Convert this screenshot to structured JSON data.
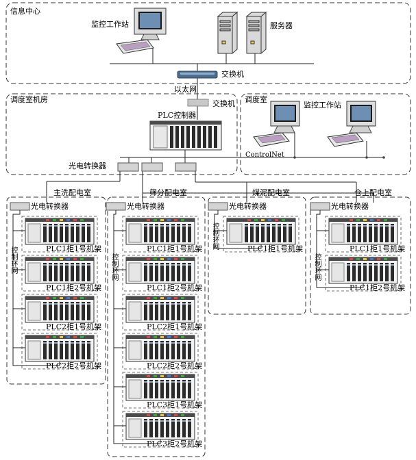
{
  "zones": {
    "info_center": "信息中心",
    "dispatch_machine_room": "调度室机房",
    "dispatch_room": "调度室"
  },
  "devices": {
    "monitor_station_top": "监控工作站",
    "server": "服务器",
    "switch_top": "交换机",
    "ethernet": "以太网",
    "switch_mid": "交换机",
    "plc_controller": "PLC控制器",
    "monitor_station_right": "监控工作站",
    "controlnet": "ControlNet",
    "converter_main": "光电转换器"
  },
  "rooms": [
    {
      "title": "主洗配电室",
      "converter": "光电转换器",
      "ring": "控制环网",
      "racks": [
        "PLC1柜1号机架",
        "PLC1柜2号机架",
        "PLC2柜1号机架",
        "PLC2柜2号机架"
      ]
    },
    {
      "title": "筛分配电室",
      "converter": "光电转换器",
      "ring": "控制环网",
      "racks": [
        "PLC1柜1号机架",
        "PLC1柜2号机架",
        "PLC2柜1号机架",
        "PLC2柜2号机架",
        "PLC3柜1号机架",
        "PLC3柜2号机架"
      ]
    },
    {
      "title": "煤泥配电室",
      "converter": "光电转换器",
      "ring": "控制环网",
      "racks": [
        "PLC1柜1号机架"
      ]
    },
    {
      "title": "仓上配电室",
      "converter": "光电转换器",
      "ring": "控制环网",
      "racks": [
        "PLC1柜1号机架",
        "PLC1柜2号机架"
      ]
    }
  ]
}
